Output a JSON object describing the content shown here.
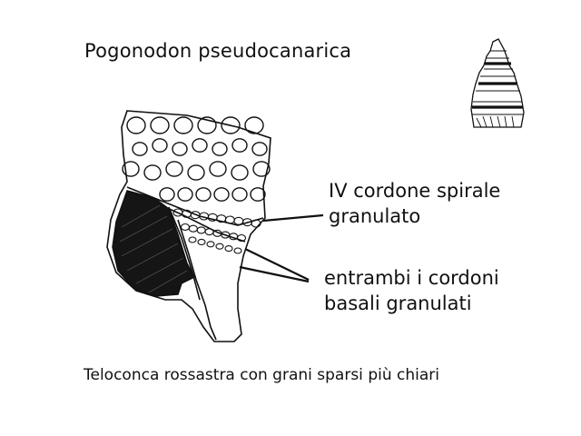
{
  "title": "Pogonodon pseudocanarica",
  "annotations": [
    {
      "lines": [
        "IV cordone spirale",
        "granulato"
      ]
    },
    {
      "lines": [
        "entrambi i cordoni",
        "basali granulati"
      ]
    }
  ],
  "caption": "Teloconca rossastra con grani sparsi più chiari",
  "ink_color": "#111111"
}
